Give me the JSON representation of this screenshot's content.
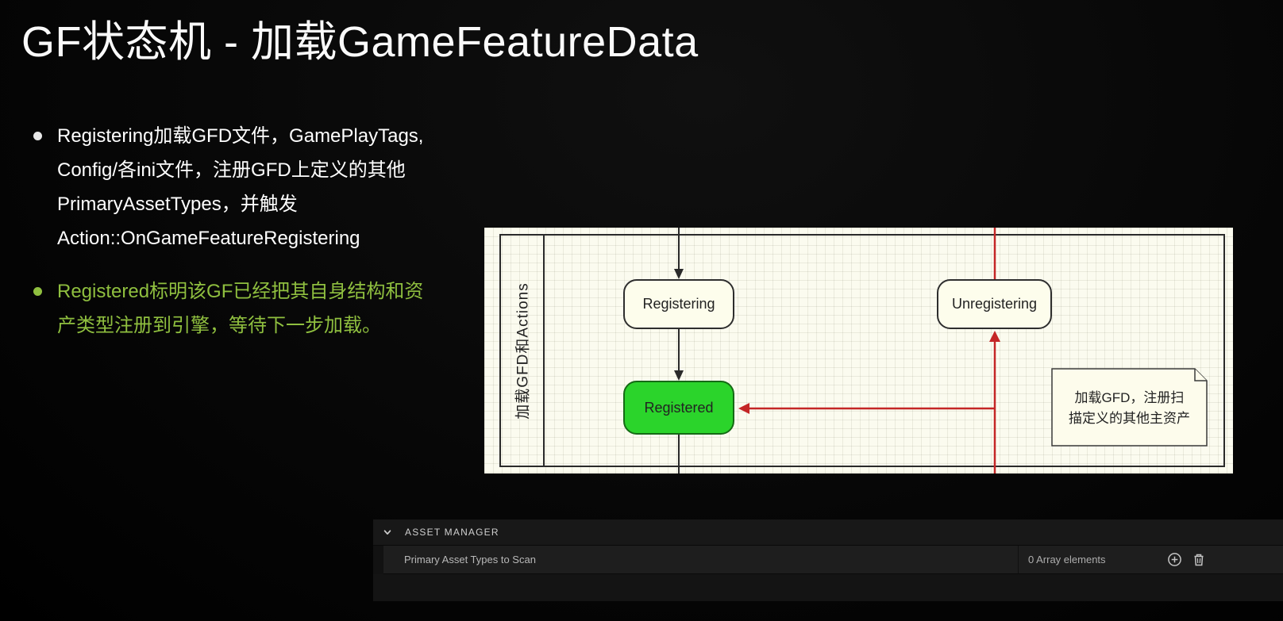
{
  "slide": {
    "title": "GF状态机 - 加载GameFeatureData",
    "bullets": [
      {
        "lines": [
          "Registering加载GFD文件，GamePlayTags,",
          "Config/各ini文件，注册GFD上定义的其他",
          "PrimaryAssetTypes，并触发",
          "Action::OnGameFeatureRegistering"
        ]
      },
      {
        "lines": [
          "Registered标明该GF已经把其自身结构和资",
          "产类型注册到引擎，等待下一步加载。"
        ]
      }
    ]
  },
  "diagram": {
    "lane_label": "加载GFD和Actions",
    "states": {
      "registering": "Registering",
      "registered": "Registered",
      "unregistering": "Unregistering"
    },
    "note": {
      "line1": "加载GFD，注册扫",
      "line2": "描定义的其他主资产"
    }
  },
  "panel": {
    "header": "ASSET MANAGER",
    "row_label": "Primary Asset Types to Scan",
    "row_value": "0 Array elements",
    "icons": {
      "collapse": "chevron-down-icon",
      "add": "add-element-icon",
      "delete": "delete-icon"
    }
  },
  "colors": {
    "accent_green": "#8fbf3f",
    "registered_fill": "#2bd42b",
    "arrow_red": "#c42626",
    "diagram_bg": "#fbfbef"
  }
}
